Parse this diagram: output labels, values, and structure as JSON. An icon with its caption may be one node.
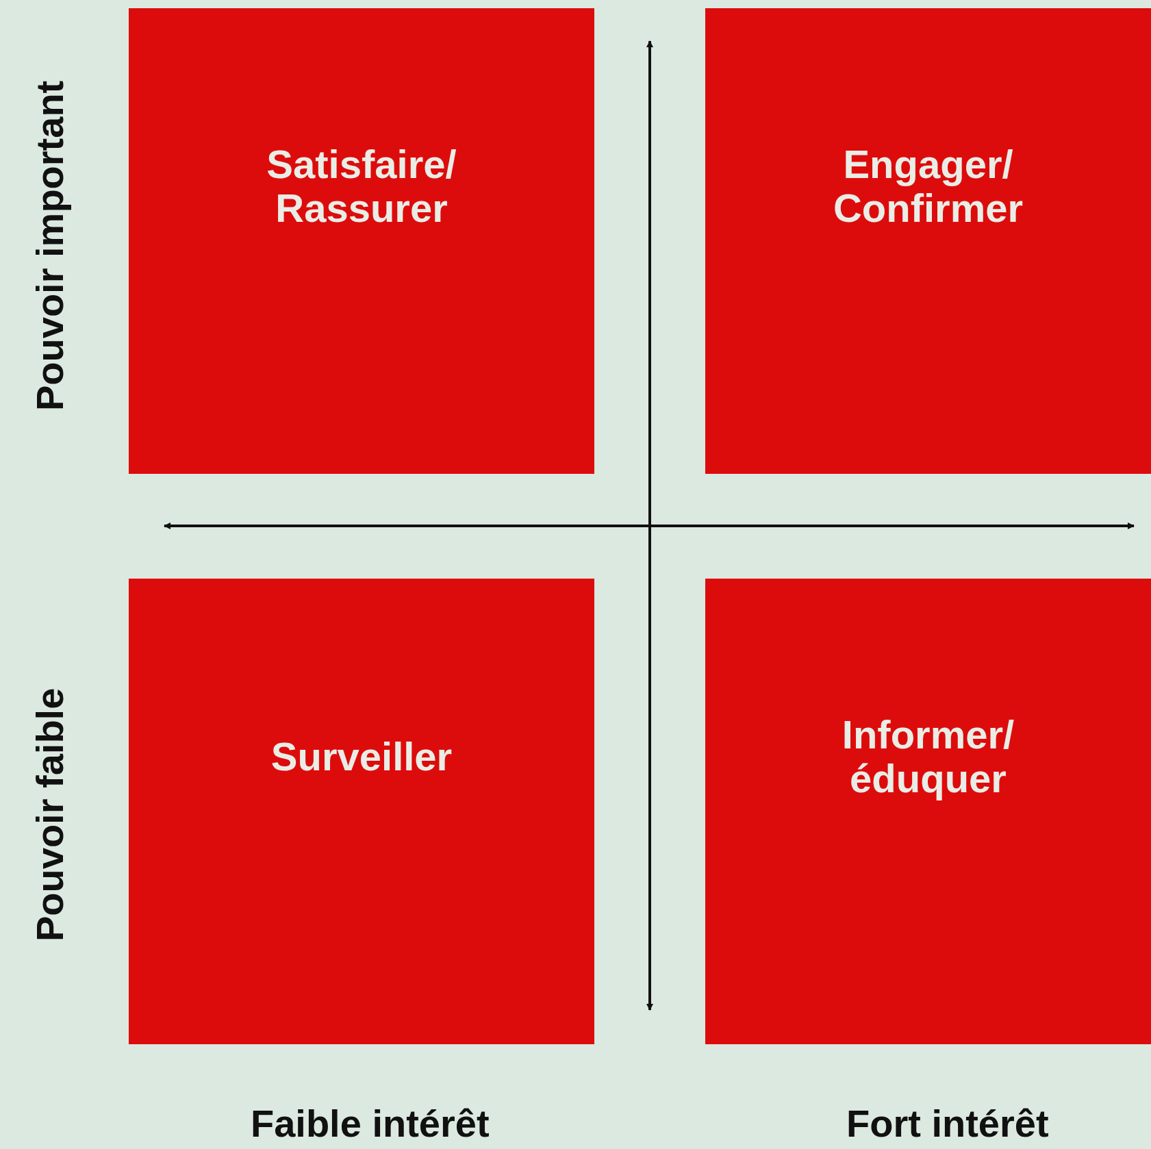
{
  "diagram": {
    "nodes": [
      {
        "text": [
          "Satisfaire/ Rassurer"
        ]
      },
      {
        "text": [
          "Engager/ Confirmer"
        ]
      },
      {
        "text": [
          "Surveiller"
        ]
      },
      {
        "text": [
          "Informer/ éduquer"
        ]
      }
    ],
    "labels": [
      "Pouvoir important",
      "Pouvoir faible",
      "Faible intérêt",
      "Fort intérêt"
    ]
  }
}
